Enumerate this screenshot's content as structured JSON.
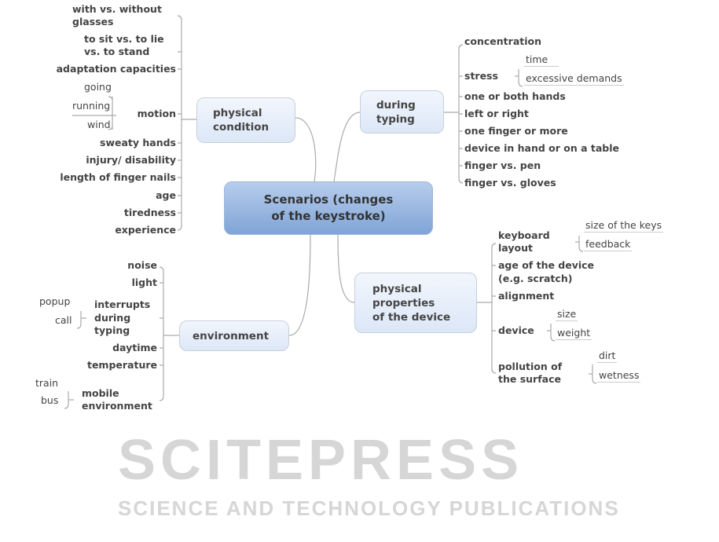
{
  "watermark": {
    "main": "SCITEPRESS",
    "sub": "SCIENCE AND TECHNOLOGY PUBLICATIONS"
  },
  "center": {
    "line1": "Scenarios (changes",
    "line2": "of the keystroke)"
  },
  "physical_condition": {
    "title_1": "physical",
    "title_2": "condition",
    "items": [
      "with vs. without",
      "glasses",
      "to sit vs. to lie",
      "vs. to stand",
      "adaptation capacities",
      "motion",
      "sweaty hands",
      "injury/ disability",
      "length of finger nails",
      "age",
      "tiredness",
      "experience"
    ],
    "motion_sub": [
      "going",
      "running",
      "wind"
    ]
  },
  "during_typing": {
    "title_1": "during",
    "title_2": "typing",
    "items": [
      "concentration",
      "stress",
      "one or both hands",
      "left or right",
      "one finger or more",
      "device in hand or on a table",
      "finger vs. pen",
      "finger vs. gloves"
    ],
    "stress_sub": [
      "time",
      "excessive demands"
    ]
  },
  "physical_properties": {
    "title_1": "physical",
    "title_2": "properties",
    "title_3": "of the device",
    "items": [
      "keyboard",
      "layout",
      "age of the device",
      "(e.g. scratch)",
      "alignment",
      "device",
      "pollution of",
      "the surface"
    ],
    "keyboard_sub": [
      "size of the keys",
      "feedback"
    ],
    "device_sub": [
      "size",
      "weight"
    ],
    "pollution_sub": [
      "dirt",
      "wetness"
    ]
  },
  "environment": {
    "title": "environment",
    "items": [
      "noise",
      "light",
      "interrupts",
      "during",
      "typing",
      "daytime",
      "temperature",
      "mobile",
      "environment"
    ],
    "interrupts_sub": [
      "popup",
      "call"
    ],
    "mobile_sub": [
      "train",
      "bus"
    ]
  }
}
